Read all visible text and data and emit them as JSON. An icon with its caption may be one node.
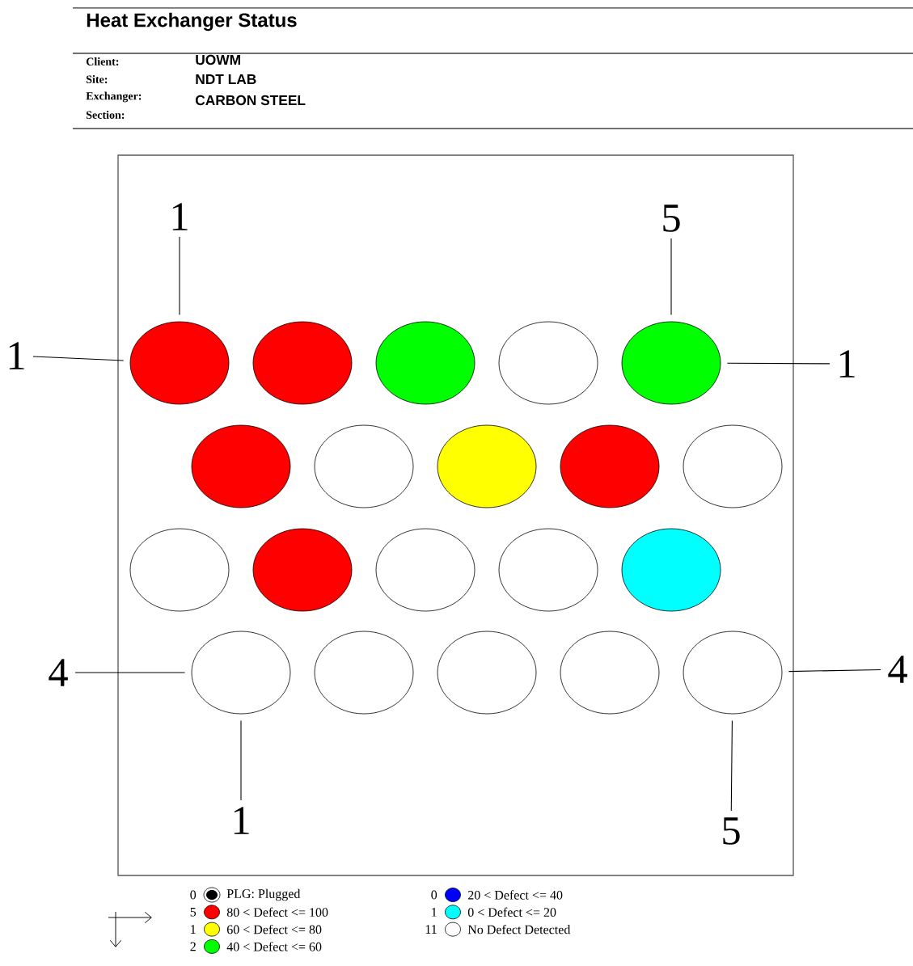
{
  "diagram": {
    "title": "Heat Exchanger Status",
    "nodes": [
      {
        "text": [],
        "shape": "circle"
      },
      {
        "text": [],
        "shape": "circle"
      },
      {
        "text": [],
        "shape": "circle"
      },
      {
        "text": [],
        "shape": "circle"
      },
      {
        "text": [],
        "shape": "circle"
      },
      {
        "text": [],
        "shape": "circle"
      },
      {
        "text": [],
        "shape": "circle"
      },
      {
        "text": [],
        "shape": "circle"
      },
      {
        "text": [],
        "shape": "circle"
      },
      {
        "text": [],
        "shape": "circle"
      },
      {
        "text": [],
        "shape": "circle"
      },
      {
        "text": [],
        "shape": "circle"
      },
      {
        "text": [],
        "shape": "circle"
      },
      {
        "text": [],
        "shape": "circle"
      },
      {
        "text": [],
        "shape": "circle"
      },
      {
        "text": [],
        "shape": "circle"
      },
      {
        "text": [],
        "shape": "circle"
      },
      {
        "text": [],
        "shape": "circle"
      },
      {
        "text": [],
        "shape": "circle"
      },
      {
        "text": [],
        "shape": "circle"
      },
      {
        "text": [
          "1"
        ]
      },
      {
        "text": [
          "5"
        ]
      },
      {
        "text": [
          "1"
        ]
      },
      {
        "text": [
          "1"
        ]
      },
      {
        "text": [
          "4"
        ]
      },
      {
        "text": [
          "4"
        ]
      },
      {
        "text": [
          "1"
        ]
      },
      {
        "text": [
          "5"
        ]
      }
    ],
    "edges": [
      {
        "from": 20,
        "to": 0,
        "arrow": "none"
      },
      {
        "from": 21,
        "to": 4,
        "arrow": "none"
      },
      {
        "from": 22,
        "to": 0,
        "arrow": "none"
      },
      {
        "from": 23,
        "to": 4,
        "arrow": "none"
      },
      {
        "from": 24,
        "to": 15,
        "arrow": "none"
      },
      {
        "from": 25,
        "to": 19,
        "arrow": "none"
      },
      {
        "from": 26,
        "to": 15,
        "arrow": "none"
      },
      {
        "from": 27,
        "to": 19,
        "arrow": "none"
      }
    ],
    "labels": [
      "Client:",
      "UOWM",
      "Site:",
      "NDT LAB",
      "Exchanger:",
      "CARBON STEEL",
      "Section:",
      "0",
      "5",
      "1",
      "2",
      "0",
      "1",
      "11"
    ],
    "legend": [
      {
        "text": "PLG: Plugged",
        "color": "#000000"
      },
      {
        "text": "80 < Defect <= 100",
        "color": "#ff0000"
      },
      {
        "text": "60 < Defect <= 80",
        "color": "#ffff00"
      },
      {
        "text": "40 < Defect <= 60",
        "color": "#00ff00"
      },
      {
        "text": "20 < Defect <= 40",
        "color": "#0000ff"
      },
      {
        "text": "0 < Defect <= 20",
        "color": "#00ffff"
      },
      {
        "text": "No Defect Detected"
      }
    ]
  }
}
